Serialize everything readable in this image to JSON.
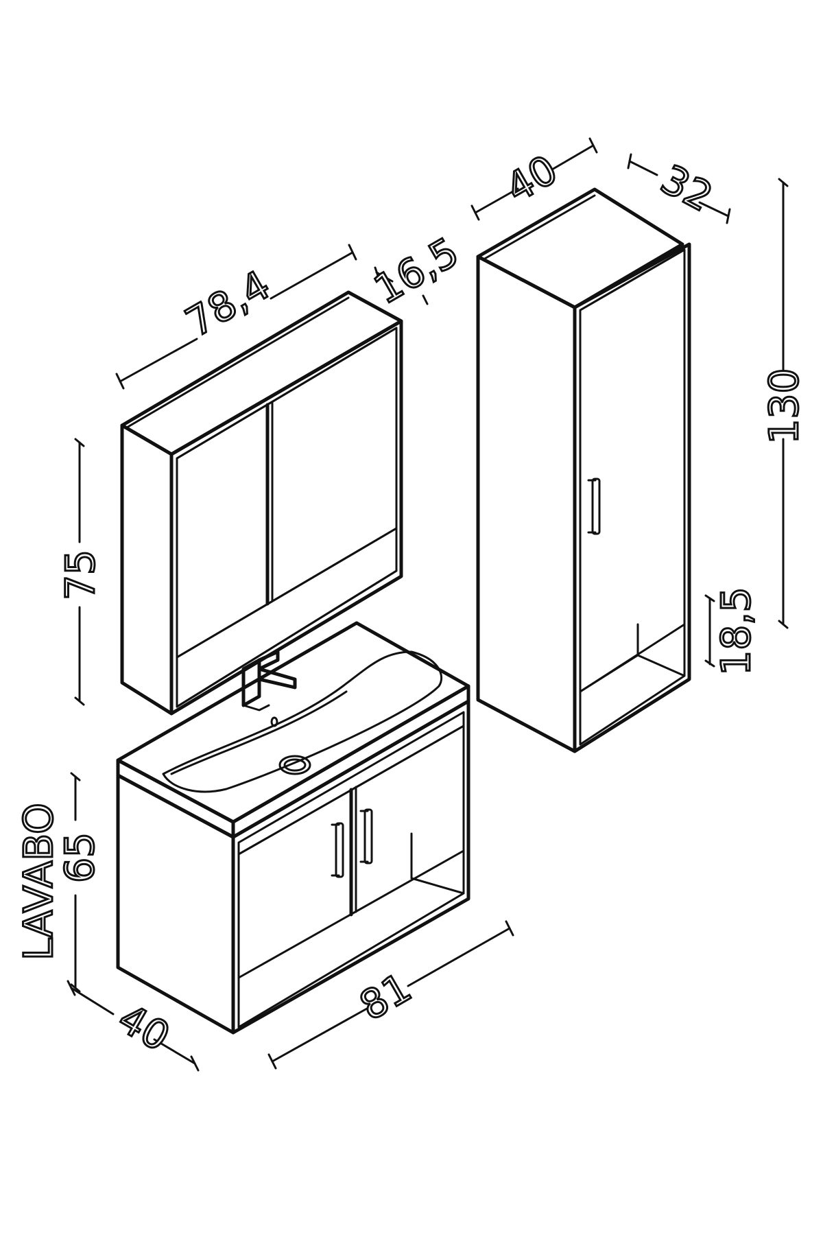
{
  "dimensions": {
    "mirror_cabinet_width": "78,4",
    "mirror_cabinet_depth": "16,5",
    "mirror_cabinet_height": "75",
    "tall_cabinet_width": "40",
    "tall_cabinet_depth": "32",
    "tall_cabinet_height": "130",
    "tall_cabinet_shelf": "18,5",
    "vanity_height": "65",
    "vanity_label": "LAVABO",
    "vanity_depth": "40",
    "vanity_width": "81"
  }
}
